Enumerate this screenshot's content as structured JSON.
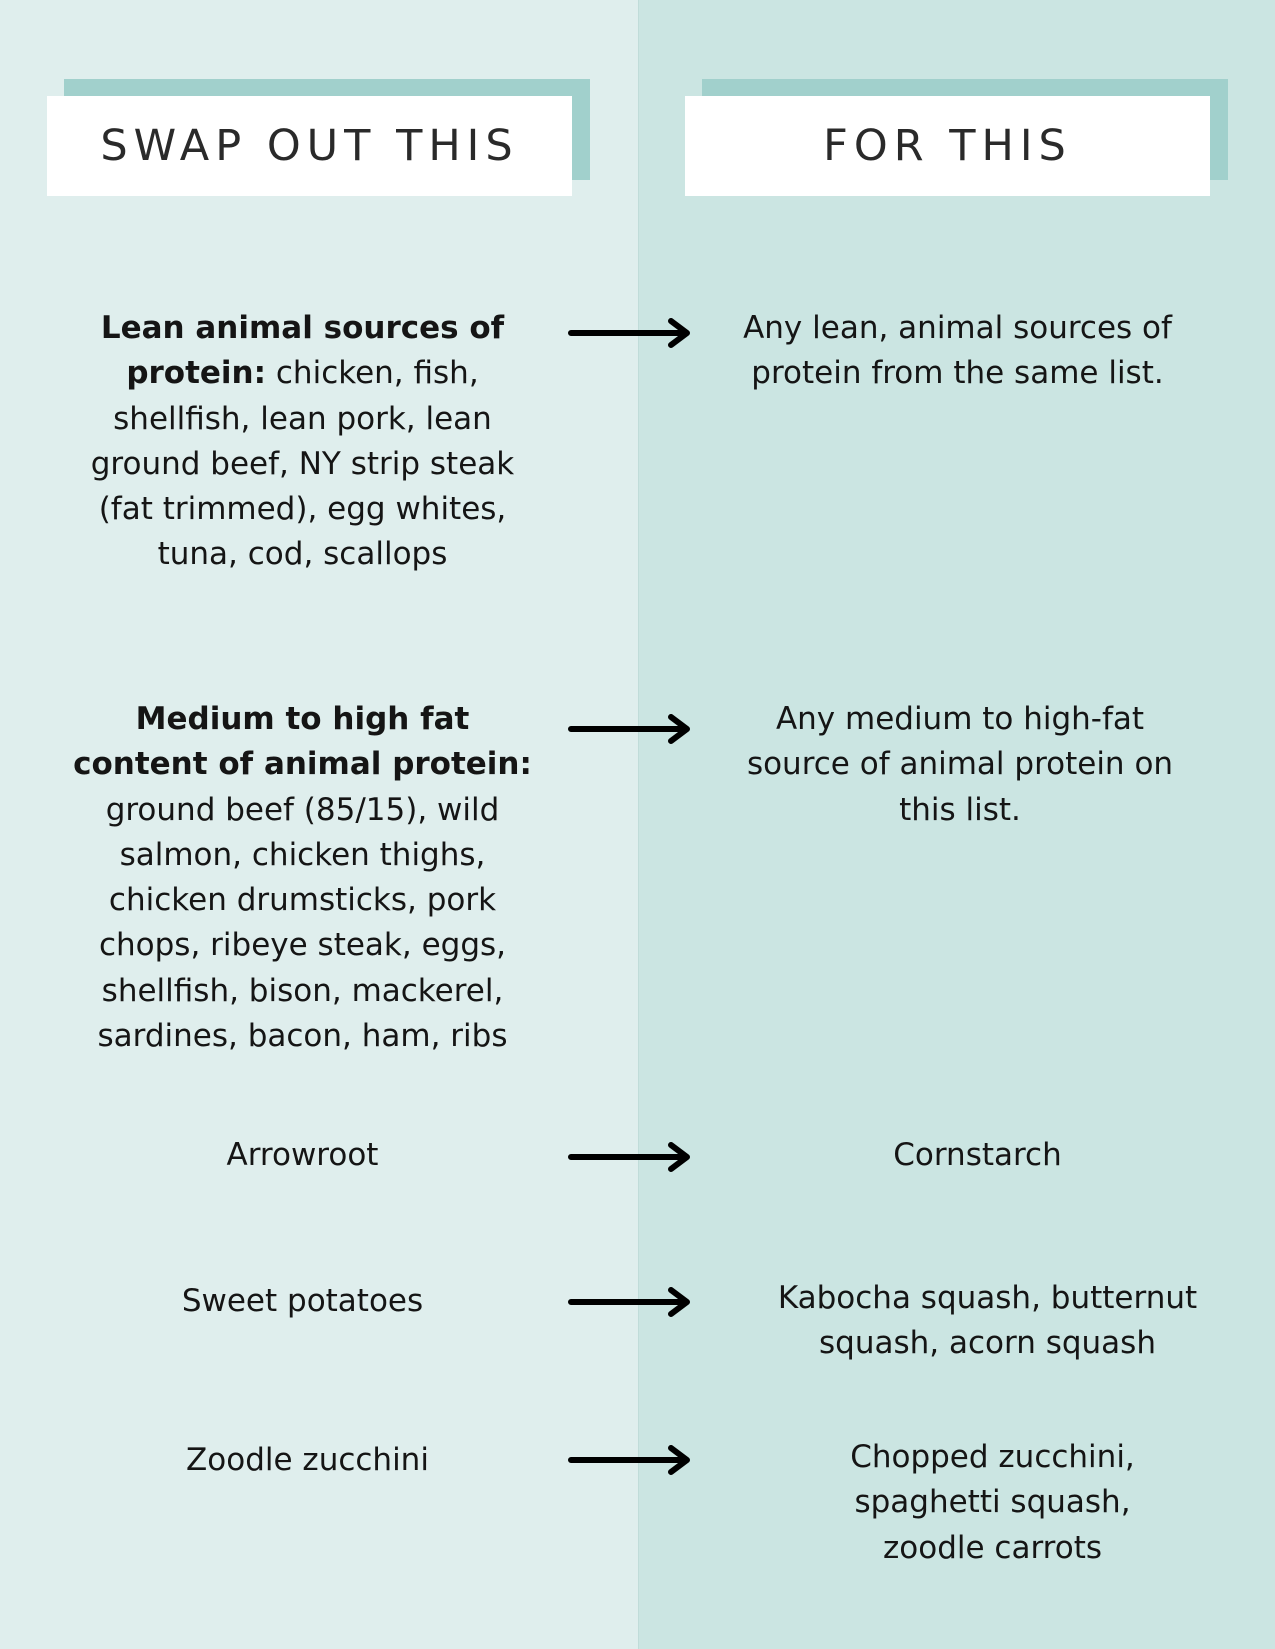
{
  "headers": {
    "left": "SWAP OUT THIS",
    "right": "FOR THIS"
  },
  "colors": {
    "left_bg": "#dfeeed",
    "right_bg": "#cbe5e2",
    "header_accent": "#a1d0cc",
    "header_box": "#ffffff",
    "text": "#151515"
  },
  "rows": [
    {
      "swap_bold": "Lean animal sources of protein:",
      "swap_text": " chicken, fish, shellfish, lean pork, lean ground beef, NY strip steak (fat trimmed), egg whites, tuna, cod, scallops",
      "arrow_icon": "arrow-right-icon",
      "for_text": "Any lean, animal sources of protein from the same list."
    },
    {
      "swap_bold": "Medium to high fat content of animal protein:",
      "swap_text": " ground beef (85/15), wild salmon, chicken thighs, chicken drumsticks, pork chops, ribeye steak, eggs, shellfish, bison, mackerel, sardines, bacon, ham, ribs",
      "arrow_icon": "arrow-right-icon",
      "for_text": "Any medium to high-fat source of animal protein on this list."
    },
    {
      "swap_bold": "",
      "swap_text": "Arrowroot",
      "arrow_icon": "arrow-right-icon",
      "for_text": "Cornstarch"
    },
    {
      "swap_bold": "",
      "swap_text": "Sweet potatoes",
      "arrow_icon": "arrow-right-icon",
      "for_text": "Kabocha squash, butternut squash, acorn squash"
    },
    {
      "swap_bold": "",
      "swap_text": "Zoodle zucchini",
      "arrow_icon": "arrow-right-icon",
      "for_text": "Chopped zucchini, spaghetti squash, zoodle carrots"
    }
  ]
}
